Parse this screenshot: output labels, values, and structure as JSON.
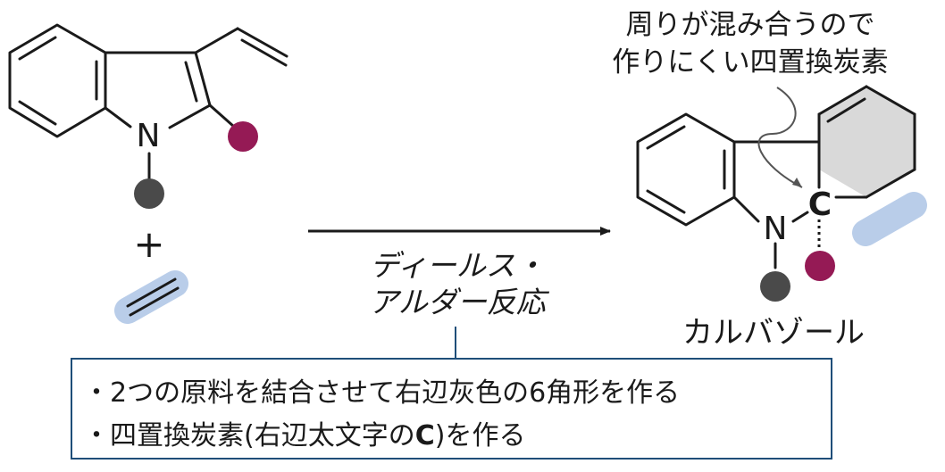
{
  "reactant": {
    "nitrogen_label": "N",
    "plus_sign": "+"
  },
  "reaction": {
    "name_line1": "ディールス・",
    "name_line2": "アルダー反応"
  },
  "product": {
    "nitrogen_label": "N",
    "carbon_label": "C",
    "name": "カルバゾール"
  },
  "annotation": {
    "line1": "周りが混み合うので",
    "line2": "作りにくい四置換炭素"
  },
  "summary": {
    "item1": "・2つの原料を結合させて右辺灰色の6角形を作る",
    "item2_prefix": "・四置換炭素(右辺太文字の",
    "item2_bold": "C",
    "item2_suffix": ")を作る"
  },
  "colors": {
    "line": "#1a1a1a",
    "highlight_blue": "#b9cde9",
    "ring_fill": "#d9d9d9",
    "magenta_dot": "#951a55",
    "gray_dot": "#4a4a4a",
    "box_border": "#1f4e79"
  }
}
